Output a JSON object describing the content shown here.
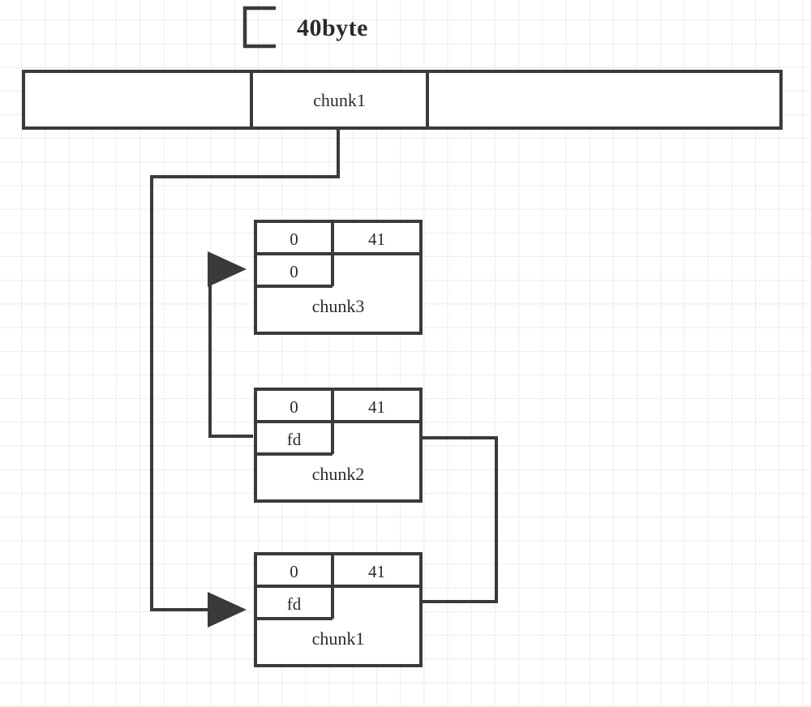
{
  "diagram": {
    "title_annotation": {
      "label": "40byte",
      "icon": "bracket-left-icon"
    },
    "memory_bar": {
      "name": "memory-region-bar",
      "segments": [
        {
          "label": "",
          "name": "memory-segment-left"
        },
        {
          "label": "chunk1",
          "name": "memory-segment-chunk1"
        },
        {
          "label": "",
          "name": "memory-segment-right"
        }
      ]
    },
    "chunks": [
      {
        "name": "chunk3",
        "title": "chunk3",
        "prev_size": "0",
        "size": "41",
        "fd": "0"
      },
      {
        "name": "chunk2",
        "title": "chunk2",
        "prev_size": "0",
        "size": "41",
        "fd": "fd"
      },
      {
        "name": "chunk1",
        "title": "chunk1",
        "prev_size": "0",
        "size": "41",
        "fd": "fd"
      }
    ],
    "colors": {
      "stroke": "#3a3a3a",
      "grid": "#ececec",
      "background": "#ffffff",
      "text": "#2b2b2b"
    }
  }
}
